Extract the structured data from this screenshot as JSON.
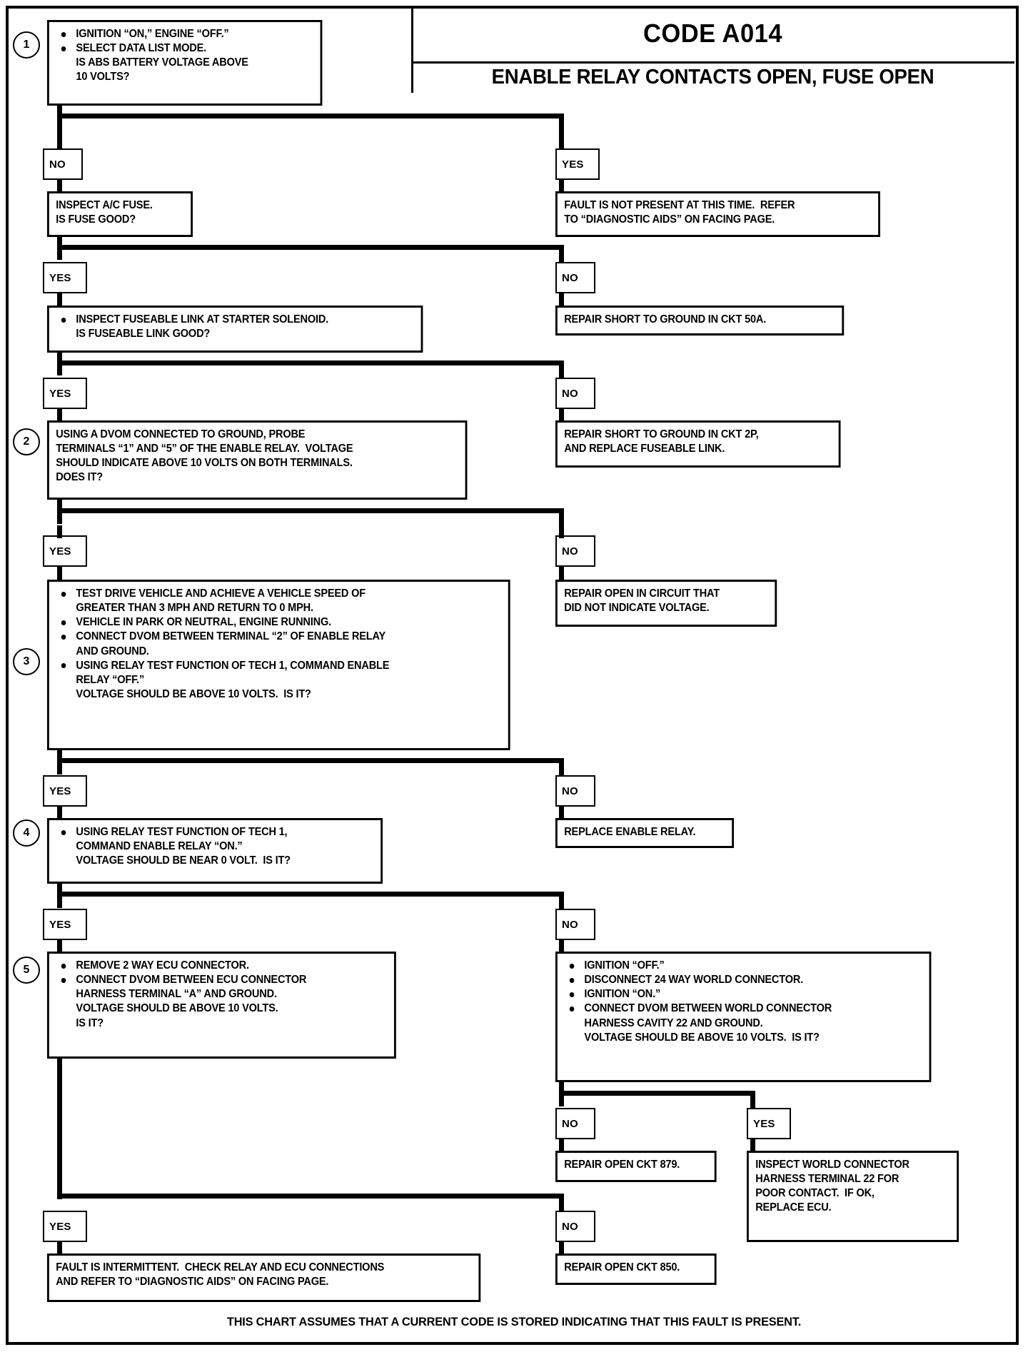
{
  "title": {
    "code": "CODE A014",
    "description": "ENABLE RELAY CONTACTS OPEN, FUSE OPEN"
  },
  "footer": {
    "note": "THIS CHART ASSUMES THAT A CURRENT CODE IS STORED INDICATING THAT THIS FAULT IS PRESENT."
  },
  "labels": {
    "yes": "YES",
    "no": "NO"
  },
  "steps": {
    "one": "1",
    "two": "2",
    "three": "3",
    "four": "4",
    "five": "5"
  },
  "nodes": {
    "step1": {
      "bullets": [
        [
          "IGNITION “ON,” ENGINE “OFF.”"
        ],
        [
          "SELECT DATA LIST MODE.",
          "IS ABS BATTERY VOLTAGE ABOVE",
          "10 VOLTS?"
        ]
      ]
    },
    "fault_not_present": {
      "lines": [
        "FAULT IS NOT PRESENT AT THIS TIME.  REFER",
        "TO “DIAGNOSTIC AIDS” ON FACING PAGE."
      ]
    },
    "inspect_ac_fuse": {
      "lines": [
        "INSPECT A/C FUSE.",
        "IS FUSE GOOD?"
      ]
    },
    "repair_short_50a": {
      "lines": [
        "REPAIR SHORT TO GROUND IN CKT 50A."
      ]
    },
    "inspect_fuseable_link": {
      "bullets": [
        [
          "INSPECT FUSEABLE LINK AT STARTER SOLENOID.",
          "IS FUSEABLE LINK GOOD?"
        ]
      ]
    },
    "repair_short_2p": {
      "lines": [
        "REPAIR SHORT TO GROUND IN CKT 2P,",
        "AND REPLACE FUSEABLE LINK."
      ]
    },
    "step2": {
      "lines": [
        "USING A DVOM CONNECTED TO GROUND, PROBE",
        "TERMINALS “1” AND “5” OF THE ENABLE RELAY.  VOLTAGE",
        "SHOULD INDICATE ABOVE 10 VOLTS ON BOTH TERMINALS.",
        "DOES IT?"
      ]
    },
    "repair_open_circuit": {
      "lines": [
        "REPAIR OPEN IN CIRCUIT THAT",
        "DID NOT INDICATE VOLTAGE."
      ]
    },
    "step3": {
      "bullets": [
        [
          "TEST DRIVE VEHICLE AND ACHIEVE A VEHICLE SPEED OF",
          "GREATER THAN 3 MPH AND RETURN TO 0 MPH."
        ],
        [
          "VEHICLE IN PARK OR NEUTRAL, ENGINE RUNNING."
        ],
        [
          "CONNECT DVOM BETWEEN TERMINAL “2” OF ENABLE RELAY",
          "AND GROUND."
        ],
        [
          "USING RELAY TEST FUNCTION OF TECH 1, COMMAND ENABLE",
          "RELAY “OFF.”",
          "VOLTAGE SHOULD BE ABOVE 10 VOLTS.  IS IT?"
        ]
      ]
    },
    "replace_enable_relay": {
      "lines": [
        "REPLACE ENABLE RELAY."
      ]
    },
    "step4": {
      "bullets": [
        [
          "USING RELAY TEST FUNCTION OF TECH 1,",
          "COMMAND ENABLE RELAY “ON.”",
          "VOLTAGE SHOULD BE NEAR 0 VOLT.  IS IT?"
        ]
      ]
    },
    "step5": {
      "bullets": [
        [
          "REMOVE 2 WAY ECU CONNECTOR."
        ],
        [
          "CONNECT DVOM BETWEEN ECU CONNECTOR",
          "HARNESS TERMINAL “A” AND GROUND.",
          "VOLTAGE SHOULD BE ABOVE 10 VOLTS.",
          "IS IT?"
        ]
      ]
    },
    "world_connector": {
      "bullets": [
        [
          "IGNITION “OFF.”"
        ],
        [
          "DISCONNECT 24 WAY WORLD CONNECTOR."
        ],
        [
          "IGNITION “ON.”"
        ],
        [
          "CONNECT DVOM BETWEEN WORLD CONNECTOR",
          "HARNESS CAVITY 22 AND GROUND.",
          "VOLTAGE SHOULD BE ABOVE 10 VOLTS.  IS IT?"
        ]
      ]
    },
    "repair_open_879": {
      "lines": [
        "REPAIR OPEN CKT 879."
      ]
    },
    "inspect_world_connector": {
      "lines": [
        "INSPECT WORLD CONNECTOR",
        "HARNESS TERMINAL 22 FOR",
        "POOR CONTACT.  IF OK,",
        "REPLACE ECU."
      ]
    },
    "fault_intermittent": {
      "lines": [
        "FAULT IS INTERMITTENT.  CHECK RELAY AND ECU CONNECTIONS",
        "AND REFER TO “DIAGNOSTIC AIDS” ON FACING PAGE."
      ]
    },
    "repair_open_850": {
      "lines": [
        "REPAIR OPEN CKT 850."
      ]
    }
  }
}
